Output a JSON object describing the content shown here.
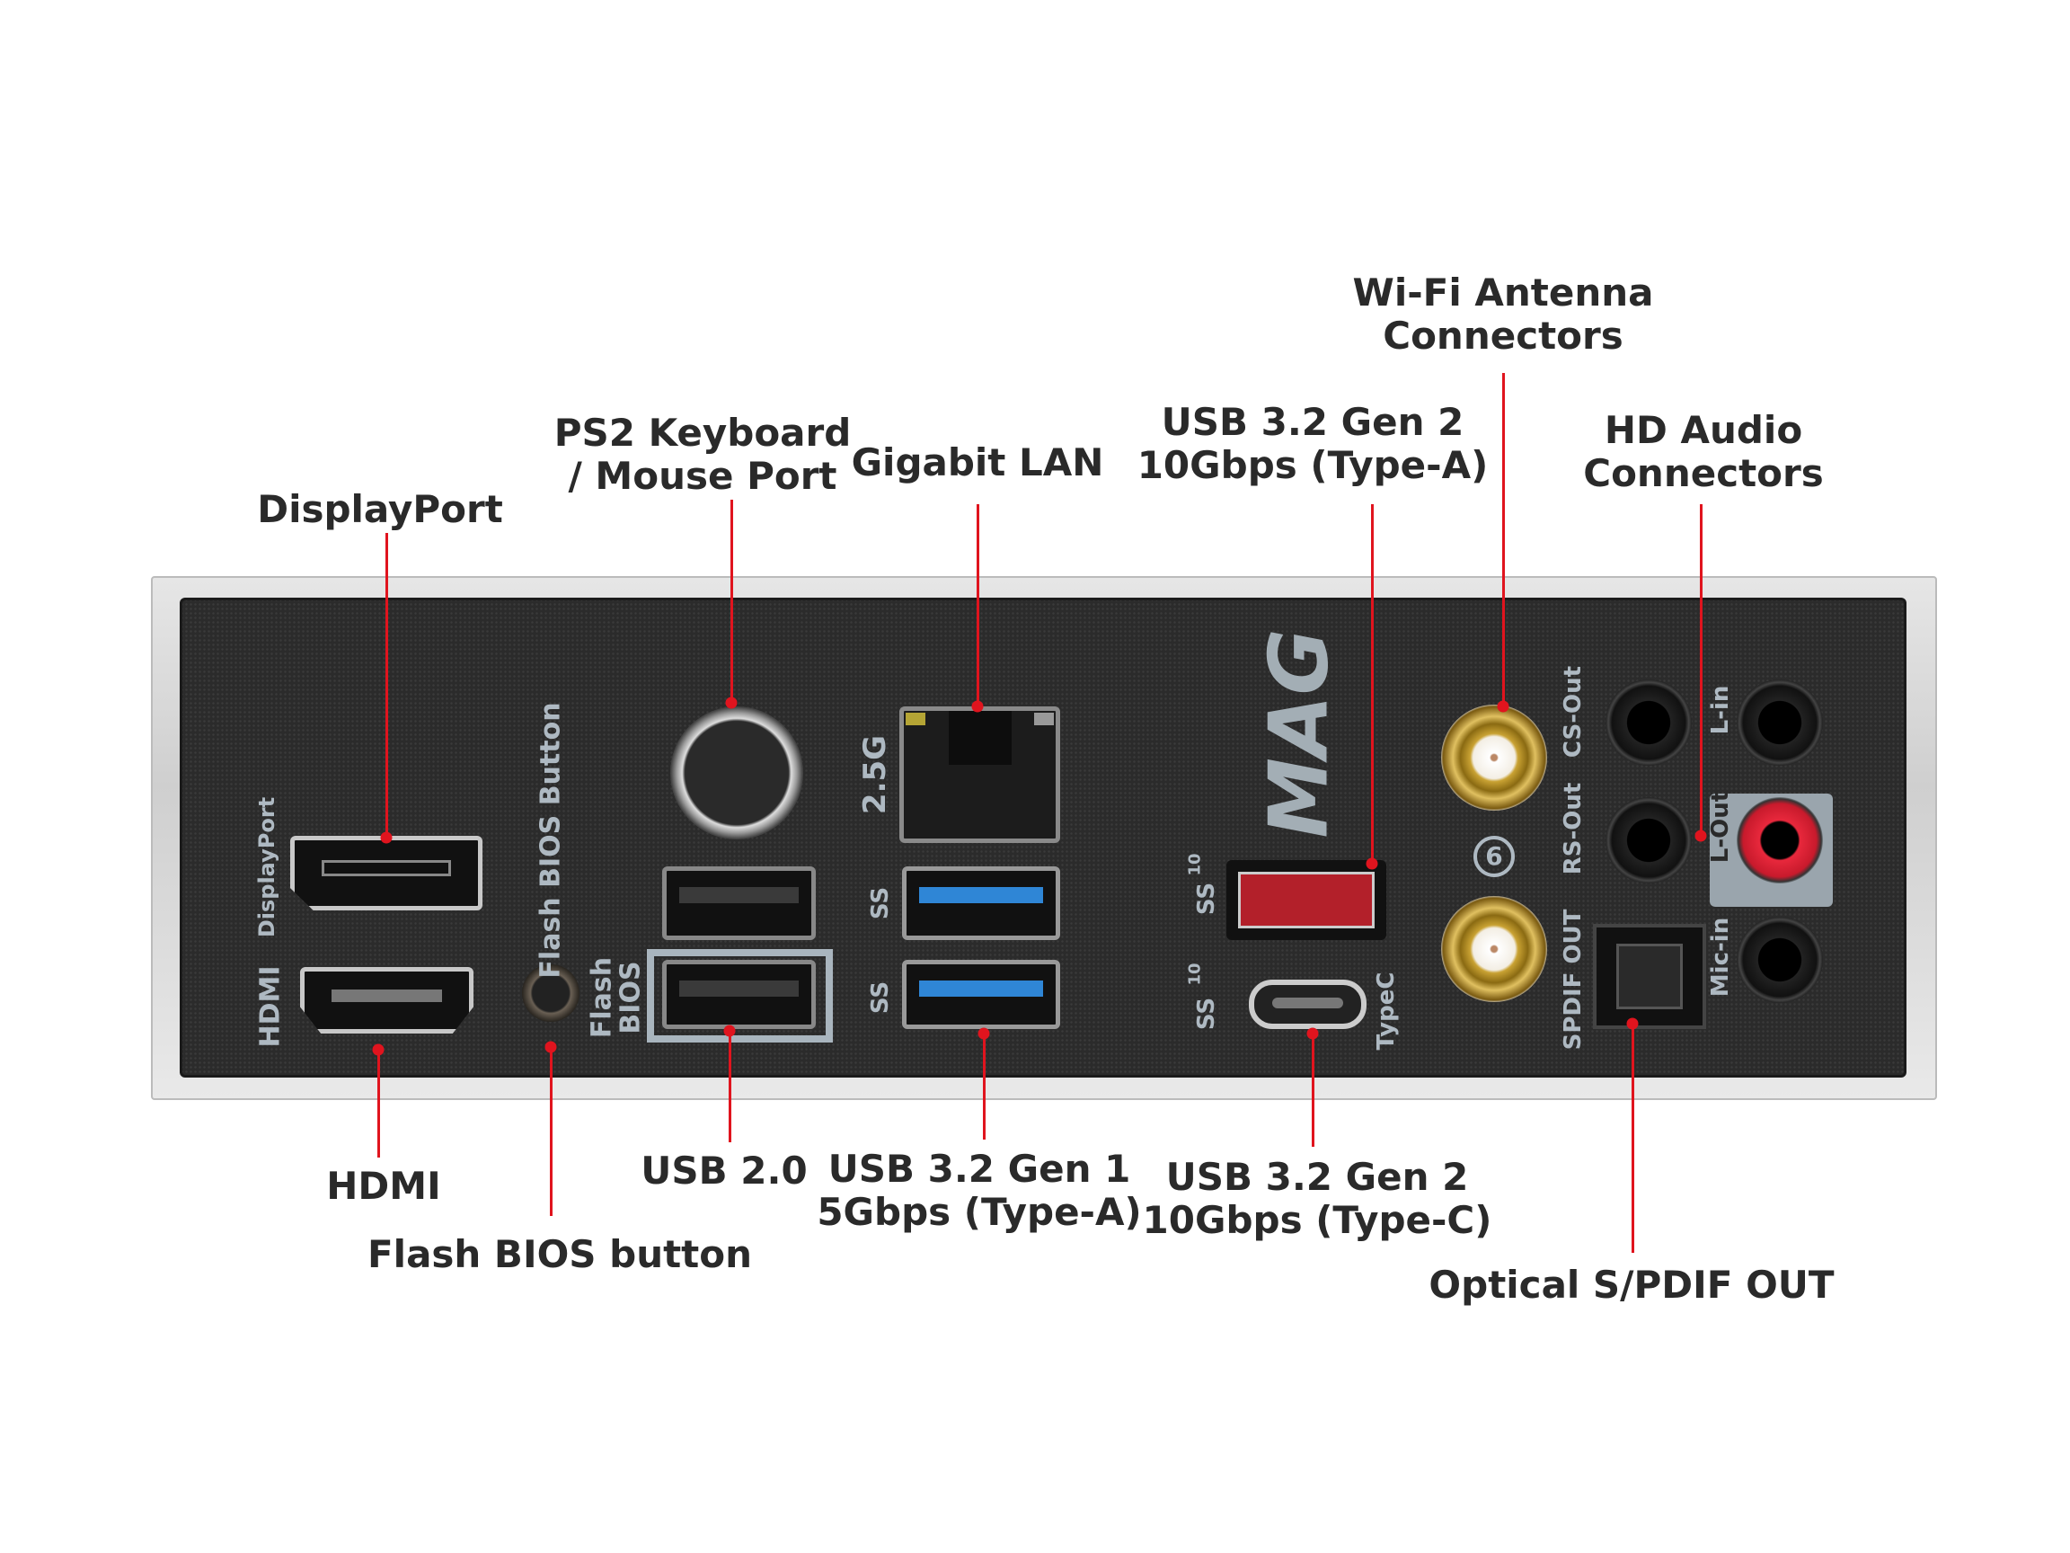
{
  "callouts": {
    "displayport": "DisplayPort",
    "ps2": [
      "PS2 Keyboard",
      "/ Mouse Port"
    ],
    "lan": "Gigabit LAN",
    "usb_gen2_a": [
      "USB 3.2 Gen 2",
      "10Gbps (Type-A)"
    ],
    "wifi": [
      "Wi-Fi Antenna",
      "Connectors"
    ],
    "hd_audio": [
      "HD Audio",
      "Connectors"
    ],
    "hdmi": "HDMI",
    "flash_bios_button": "Flash BIOS button",
    "usb2": "USB 2.0",
    "usb_gen1": [
      "USB 3.2 Gen 1",
      "5Gbps (Type-A)"
    ],
    "usb_gen2_c": [
      "USB 3.2 Gen 2",
      "10Gbps (Type-C)"
    ],
    "spdif": "Optical S/PDIF OUT"
  },
  "panel_text": {
    "displayport": "DisplayPort",
    "hdmi": "HDMI",
    "flash_bios_button": "Flash BIOS Button",
    "flash": "Flash",
    "bios": "BIOS",
    "lan_speed": "2.5G",
    "brand": "MAG",
    "ss": "SS",
    "ss10": "10",
    "typec": "TypeC",
    "wifi6": "6",
    "cs_out": "CS-Out",
    "rs_out": "RS-Out",
    "spdif_out": "SPDIF OUT",
    "l_in": "L-in",
    "l_out": "L-Out",
    "mic_in": "Mic-in"
  },
  "colors": {
    "leader": "#e0141e",
    "usb3": "#2f86d6",
    "usb_gen2": "#c0202a",
    "l_out_jack": "#e8283c"
  }
}
